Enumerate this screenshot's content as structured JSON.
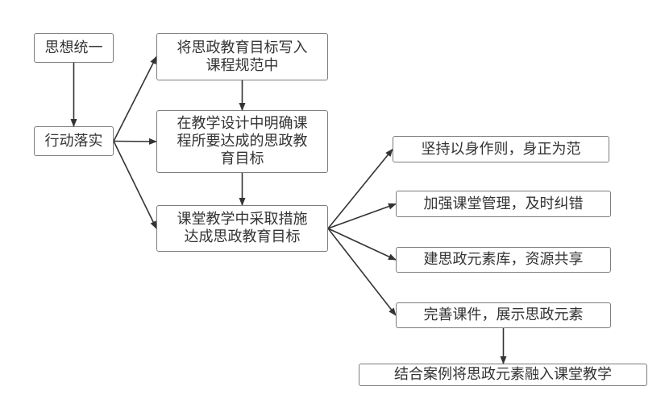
{
  "diagram": {
    "type": "flowchart",
    "nodes": [
      {
        "id": "n1",
        "label": "思想统一"
      },
      {
        "id": "n2",
        "label": "行动落实"
      },
      {
        "id": "n3",
        "label": "将思政教育目标写入\n课程规范中"
      },
      {
        "id": "n4",
        "label": "在教学设计中明确课\n程所要达成的思政教\n育目标"
      },
      {
        "id": "n5",
        "label": "课堂教学中采取措施\n达成思政教育目标"
      },
      {
        "id": "n6",
        "label": "坚持以身作则，身正为范"
      },
      {
        "id": "n7",
        "label": "加强课堂管理，及时纠错"
      },
      {
        "id": "n8",
        "label": "建思政元素库，资源共享"
      },
      {
        "id": "n9",
        "label": "完善课件，展示思政元素"
      },
      {
        "id": "n10",
        "label": "结合案例将思政元素融入课堂教学"
      }
    ],
    "edges": [
      {
        "from": "n1",
        "to": "n2"
      },
      {
        "from": "n2",
        "to": "n3"
      },
      {
        "from": "n2",
        "to": "n4"
      },
      {
        "from": "n2",
        "to": "n5"
      },
      {
        "from": "n3",
        "to": "n4"
      },
      {
        "from": "n4",
        "to": "n5"
      },
      {
        "from": "n5",
        "to": "n6"
      },
      {
        "from": "n5",
        "to": "n7"
      },
      {
        "from": "n5",
        "to": "n8"
      },
      {
        "from": "n5",
        "to": "n9"
      },
      {
        "from": "n9",
        "to": "n10"
      }
    ],
    "colors": {
      "line": "#333333",
      "border": "#7d7d7d",
      "text": "#333333"
    }
  }
}
